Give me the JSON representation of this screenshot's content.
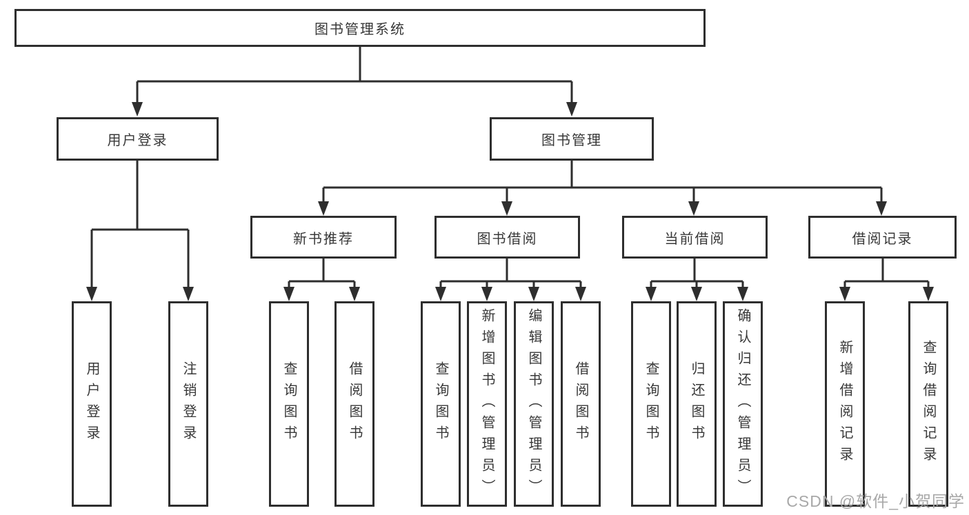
{
  "colors": {
    "line": "#2e2e2e",
    "text": "#383838",
    "box_background": "#ffffff",
    "watermark": "#a8a8a8"
  },
  "tree": {
    "root": "图书管理系统",
    "user_login": {
      "label": "用户登录",
      "leaves": [
        "用户登录",
        "注销登录"
      ]
    },
    "book_mgmt": {
      "label": "图书管理",
      "children": {
        "new_book": {
          "label": "新书推荐",
          "leaves": [
            "查询图书",
            "借阅图书"
          ]
        },
        "borrow": {
          "label": "图书借阅",
          "leaves": [
            "查询图书",
            "新增图书（管理员）",
            "编辑图书（管理员）",
            "借阅图书"
          ]
        },
        "current": {
          "label": "当前借阅",
          "leaves": [
            "查询图书",
            "归还图书",
            "确认归还（管理员）"
          ]
        },
        "records": {
          "label": "借阅记录",
          "leaves": [
            "新增借阅记录",
            "查询借阅记录"
          ]
        }
      }
    }
  },
  "watermark": "CSDN @软件_小贺同学"
}
